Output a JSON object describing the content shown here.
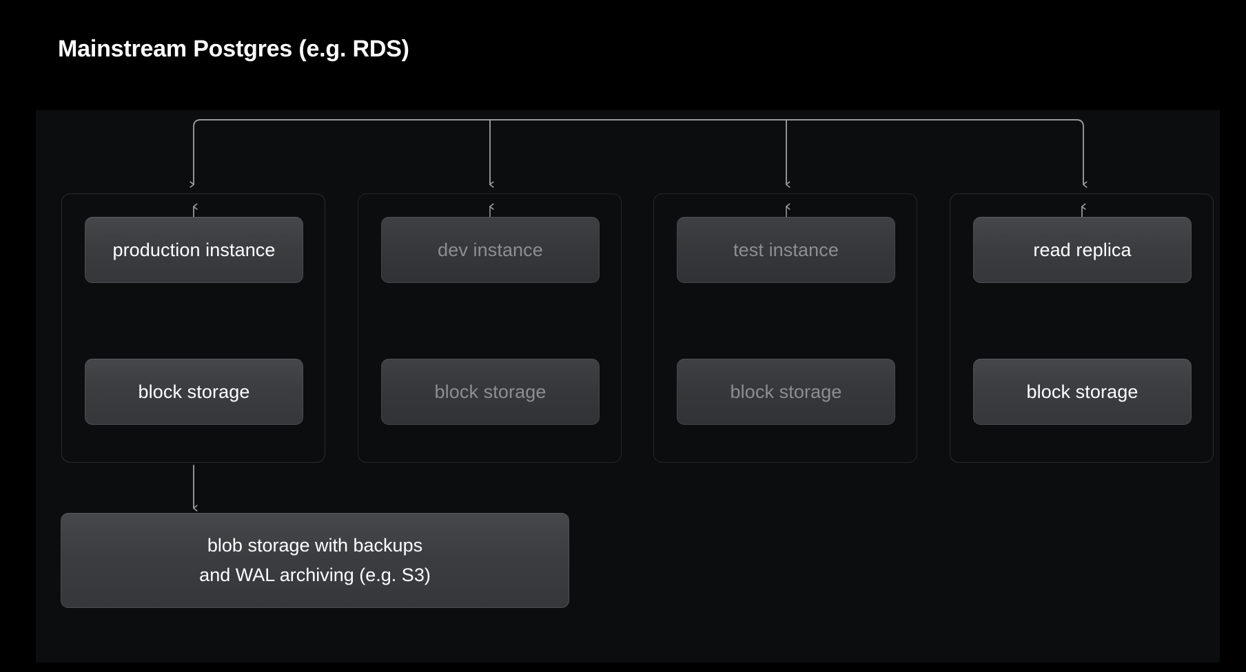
{
  "title": "Mainstream Postgres (e.g. RDS)",
  "theme": {
    "page_background": "#000000",
    "panel_background": "#0c0d0e",
    "card_fill": "#3b3d41",
    "card_fill_dim": "#36383b",
    "text_active": "#ffffff",
    "text_dim": "#8c8e92",
    "connector": "#9a9a9e",
    "group_border": "#2b2d30"
  },
  "diagram": {
    "type": "architecture-tree",
    "columns": [
      {
        "id": "production",
        "state": "active",
        "instance_label": "production instance",
        "storage_label": "block storage",
        "link": "bidirectional"
      },
      {
        "id": "dev",
        "state": "dimmed",
        "instance_label": "dev instance",
        "storage_label": "block storage",
        "link": "bidirectional"
      },
      {
        "id": "test",
        "state": "dimmed",
        "instance_label": "test instance",
        "storage_label": "block storage",
        "link": "bidirectional"
      },
      {
        "id": "read-replica",
        "state": "active",
        "instance_label": "read replica",
        "storage_label": "block storage",
        "link": "bidirectional"
      }
    ],
    "blob_storage": {
      "line1": "blob storage with backups",
      "line2": "and WAL archiving (e.g. S3)",
      "source_column": "production"
    }
  }
}
